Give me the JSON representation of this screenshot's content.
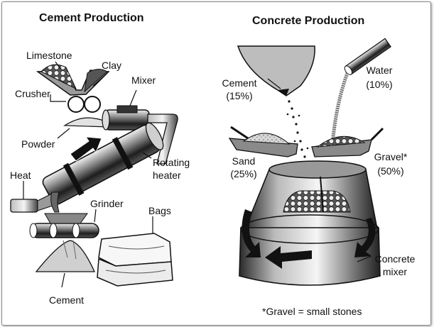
{
  "cement": {
    "title": "Cement Production",
    "labels": {
      "limestone": "Limestone",
      "clay": "Clay",
      "crusher": "Crusher",
      "mixer": "Mixer",
      "powder": "Powder",
      "rotating": "Rotating",
      "heater": "heater",
      "heat": "Heat",
      "grinder": "Grinder",
      "bags": "Bags",
      "cement": "Cement"
    }
  },
  "concrete": {
    "title": "Concrete Production",
    "labels": {
      "cement": "Cement",
      "cement_pct": "(15%)",
      "water": "Water",
      "water_pct": "(10%)",
      "sand": "Sand",
      "sand_pct": "(25%)",
      "gravel": "Gravel*",
      "gravel_pct": "(50%)",
      "mixer_line1": "Concrete",
      "mixer_line2": "mixer"
    },
    "footnote": "*Gravel = small stones"
  }
}
